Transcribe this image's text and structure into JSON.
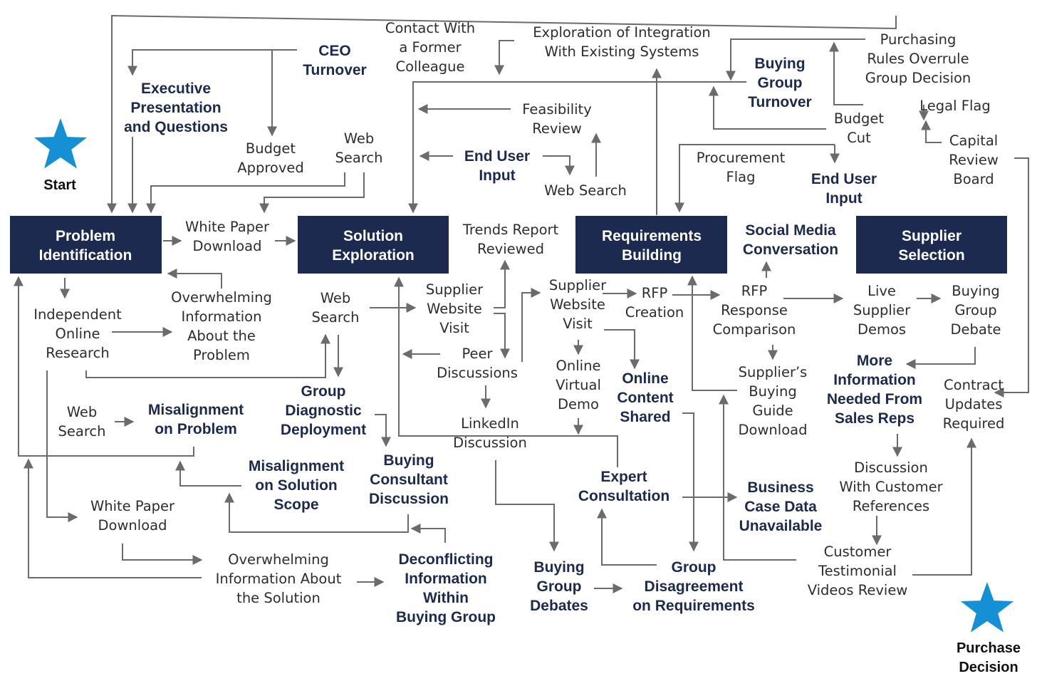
{
  "colors": {
    "stage_fill": "#1b2a4e",
    "stage_text": "#ffffff",
    "bold_text": "#1b2a4e",
    "plain_text": "#2d2d2d",
    "arrow": "#6b6b6b",
    "star": "#1690d4"
  },
  "start_label": "Start",
  "end_label": [
    "Purchase",
    "Decision"
  ],
  "stages": {
    "problem": [
      "Problem",
      "Identification"
    ],
    "solution": [
      "Solution",
      "Exploration"
    ],
    "requirements": [
      "Requirements",
      "Building"
    ],
    "supplier": [
      "Supplier",
      "Selection"
    ]
  },
  "nodes": {
    "ceo_turnover": [
      "CEO",
      "Turnover"
    ],
    "exec_presentation": [
      "Executive",
      "Presentation",
      "and Questions"
    ],
    "budget_approved": [
      "Budget",
      "Approved"
    ],
    "web_search_top": [
      "Web",
      "Search"
    ],
    "contact_colleague": [
      "Contact With",
      "a Former",
      "Colleague"
    ],
    "exploration_integration": [
      "Exploration of Integration",
      "With Existing Systems"
    ],
    "buying_group_turnover": [
      "Buying",
      "Group",
      "Turnover"
    ],
    "purchasing_rules": [
      "Purchasing",
      "Rules Overrule",
      "Group Decision"
    ],
    "legal_flag": [
      "Legal Flag"
    ],
    "budget_cut": [
      "Budget",
      "Cut"
    ],
    "capital_review": [
      "Capital",
      "Review",
      "Board"
    ],
    "feasibility_review": [
      "Feasibility",
      "Review"
    ],
    "end_user_input_1": [
      "End User",
      "Input"
    ],
    "web_search_mid": [
      "Web Search"
    ],
    "procurement_flag": [
      "Procurement",
      "Flag"
    ],
    "end_user_input_2": [
      "End User",
      "Input"
    ],
    "white_paper_1": [
      "White Paper",
      "Download"
    ],
    "trends_report": [
      "Trends Report",
      "Reviewed"
    ],
    "social_media": [
      "Social Media",
      "Conversation"
    ],
    "overwhelming_problem": [
      "Overwhelming",
      "Information",
      "About the",
      "Problem"
    ],
    "independent_research": [
      "Independent",
      "Online",
      "Research"
    ],
    "web_search_left": [
      "Web",
      "Search"
    ],
    "supplier_visit_1": [
      "Supplier",
      "Website",
      "Visit"
    ],
    "supplier_visit_2": [
      "Supplier",
      "Website",
      "Visit"
    ],
    "rfp_creation": [
      "RFP",
      "Creation"
    ],
    "rfp_comparison": [
      "RFP",
      "Response",
      "Comparison"
    ],
    "live_demos": [
      "Live",
      "Supplier",
      "Demos"
    ],
    "bg_debate": [
      "Buying",
      "Group",
      "Debate"
    ],
    "peer_discussions": [
      "Peer",
      "Discussions"
    ],
    "online_demo": [
      "Online",
      "Virtual",
      "Demo"
    ],
    "online_content": [
      "Online",
      "Content",
      "Shared"
    ],
    "buying_guide": [
      "Supplier’s",
      "Buying",
      "Guide",
      "Download"
    ],
    "more_info": [
      "More",
      "Information",
      "Needed From",
      "Sales Reps"
    ],
    "contract_updates": [
      "Contract",
      "Updates",
      "Required"
    ],
    "web_search_low": [
      "Web",
      "Search"
    ],
    "misalignment_problem": [
      "Misalignment",
      "on Problem"
    ],
    "group_diagnostic": [
      "Group",
      "Diagnostic",
      "Deployment"
    ],
    "linkedin": [
      "LinkedIn",
      "Discussion"
    ],
    "buying_consultant": [
      "Buying",
      "Consultant",
      "Discussion"
    ],
    "misalignment_scope": [
      "Misalignment",
      "on Solution",
      "Scope"
    ],
    "expert_consultation": [
      "Expert",
      "Consultation"
    ],
    "business_case": [
      "Business",
      "Case Data",
      "Unavailable"
    ],
    "customer_references": [
      "Discussion",
      "With Customer",
      "References"
    ],
    "white_paper_2": [
      "White Paper",
      "Download"
    ],
    "customer_testimonial": [
      "Customer",
      "Testimonial",
      "Videos Review"
    ],
    "overwhelming_solution": [
      "Overwhelming",
      "Information About",
      "the Solution"
    ],
    "deconflicting": [
      "Deconflicting",
      "Information",
      "Within",
      "Buying Group"
    ],
    "bg_debates": [
      "Buying",
      "Group",
      "Debates"
    ],
    "group_disagreement": [
      "Group",
      "Disagreement",
      "on Requirements"
    ]
  }
}
